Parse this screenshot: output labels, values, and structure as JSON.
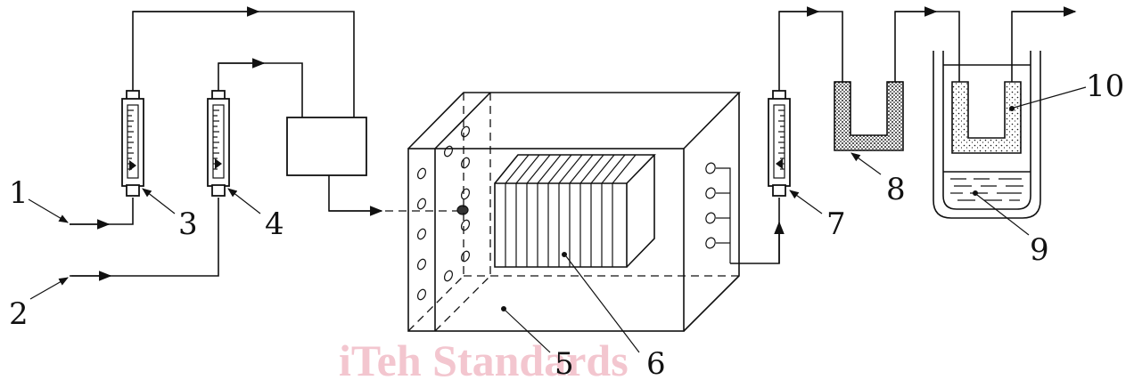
{
  "labels": {
    "l1": "1",
    "l2": "2",
    "l3": "3",
    "l4": "4",
    "l5": "5",
    "l6": "6",
    "l7": "7",
    "l8": "8",
    "l9": "9",
    "l10": "10"
  },
  "watermark": "iTeh Standards",
  "colors": {
    "line": "#111111",
    "watermark": "#f3c6cf",
    "dessicant": "#333333"
  }
}
